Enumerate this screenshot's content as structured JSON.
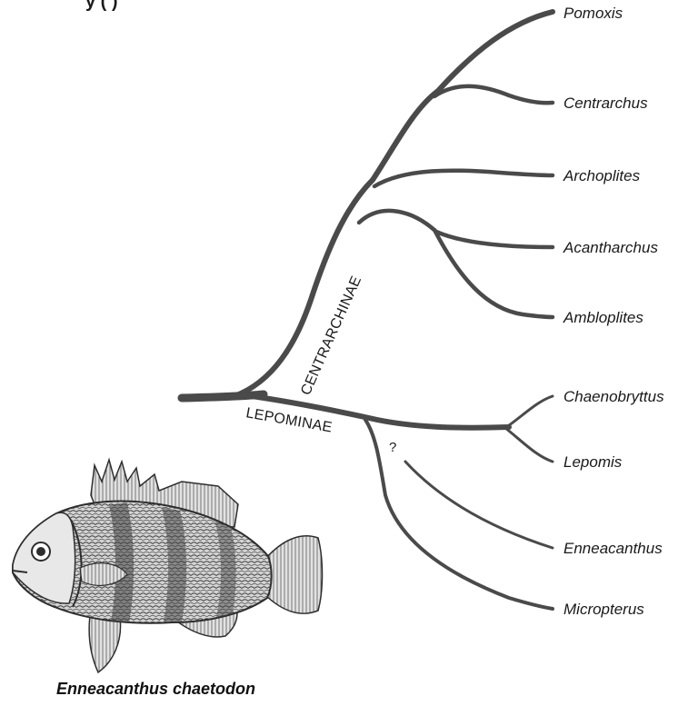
{
  "header_fragment": "y (    )",
  "clades": {
    "upper": "CENTRARCHINAE",
    "lower": "LEPOMINAE"
  },
  "uncertain_mark": "?",
  "taxa": [
    "Pomoxis",
    "Centrarchus",
    "Archoplites",
    "Acantharchus",
    "Ambloplites",
    "Chaenobryttus",
    "Lepomis",
    "Enneacanthus",
    "Micropterus"
  ],
  "fish_caption": "Enneacanthus chaetodon",
  "colors": {
    "branch": "#4a4a4a",
    "text": "#1a1a1a",
    "fish_ink": "#2e2e2e",
    "fish_fill": "#c9c9c9"
  }
}
